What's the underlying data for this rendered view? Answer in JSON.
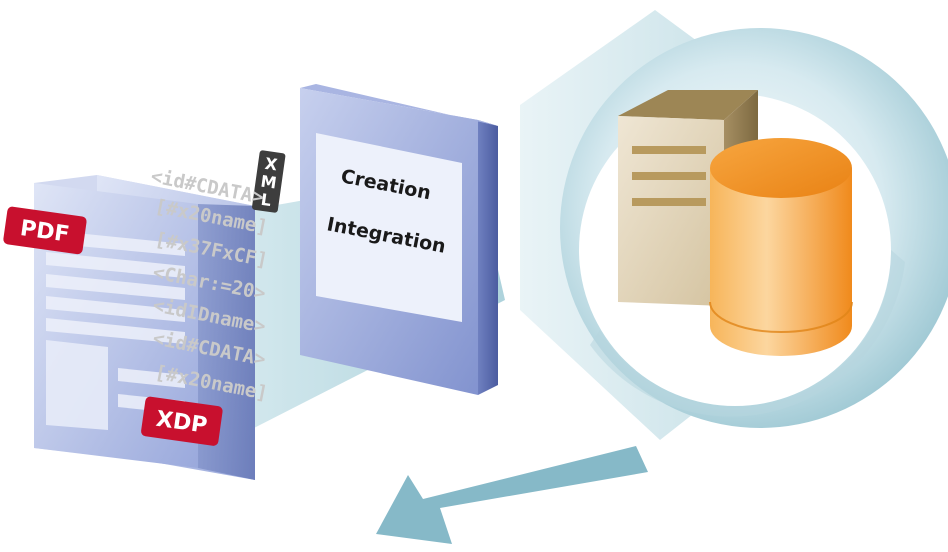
{
  "badges": {
    "pdf": "PDF",
    "xdp": "XDP"
  },
  "xml_tag": [
    "X",
    "M",
    "L"
  ],
  "code_lines": [
    "<id#CDATA>",
    "[#x20name]",
    "[#x37FxCF]",
    "<Char:=20>",
    "<idIDname>",
    "<id#CDATA>",
    "[#x20name]"
  ],
  "panel": {
    "line1": "Creation",
    "line2": "Integration"
  },
  "colors": {
    "doc_blue": "#8ea0d6",
    "badge_red": "#c8102e",
    "teal": "#7fb6c4",
    "cylinder_orange": "#f39a2e",
    "server_tan": "#d9c9a8"
  }
}
